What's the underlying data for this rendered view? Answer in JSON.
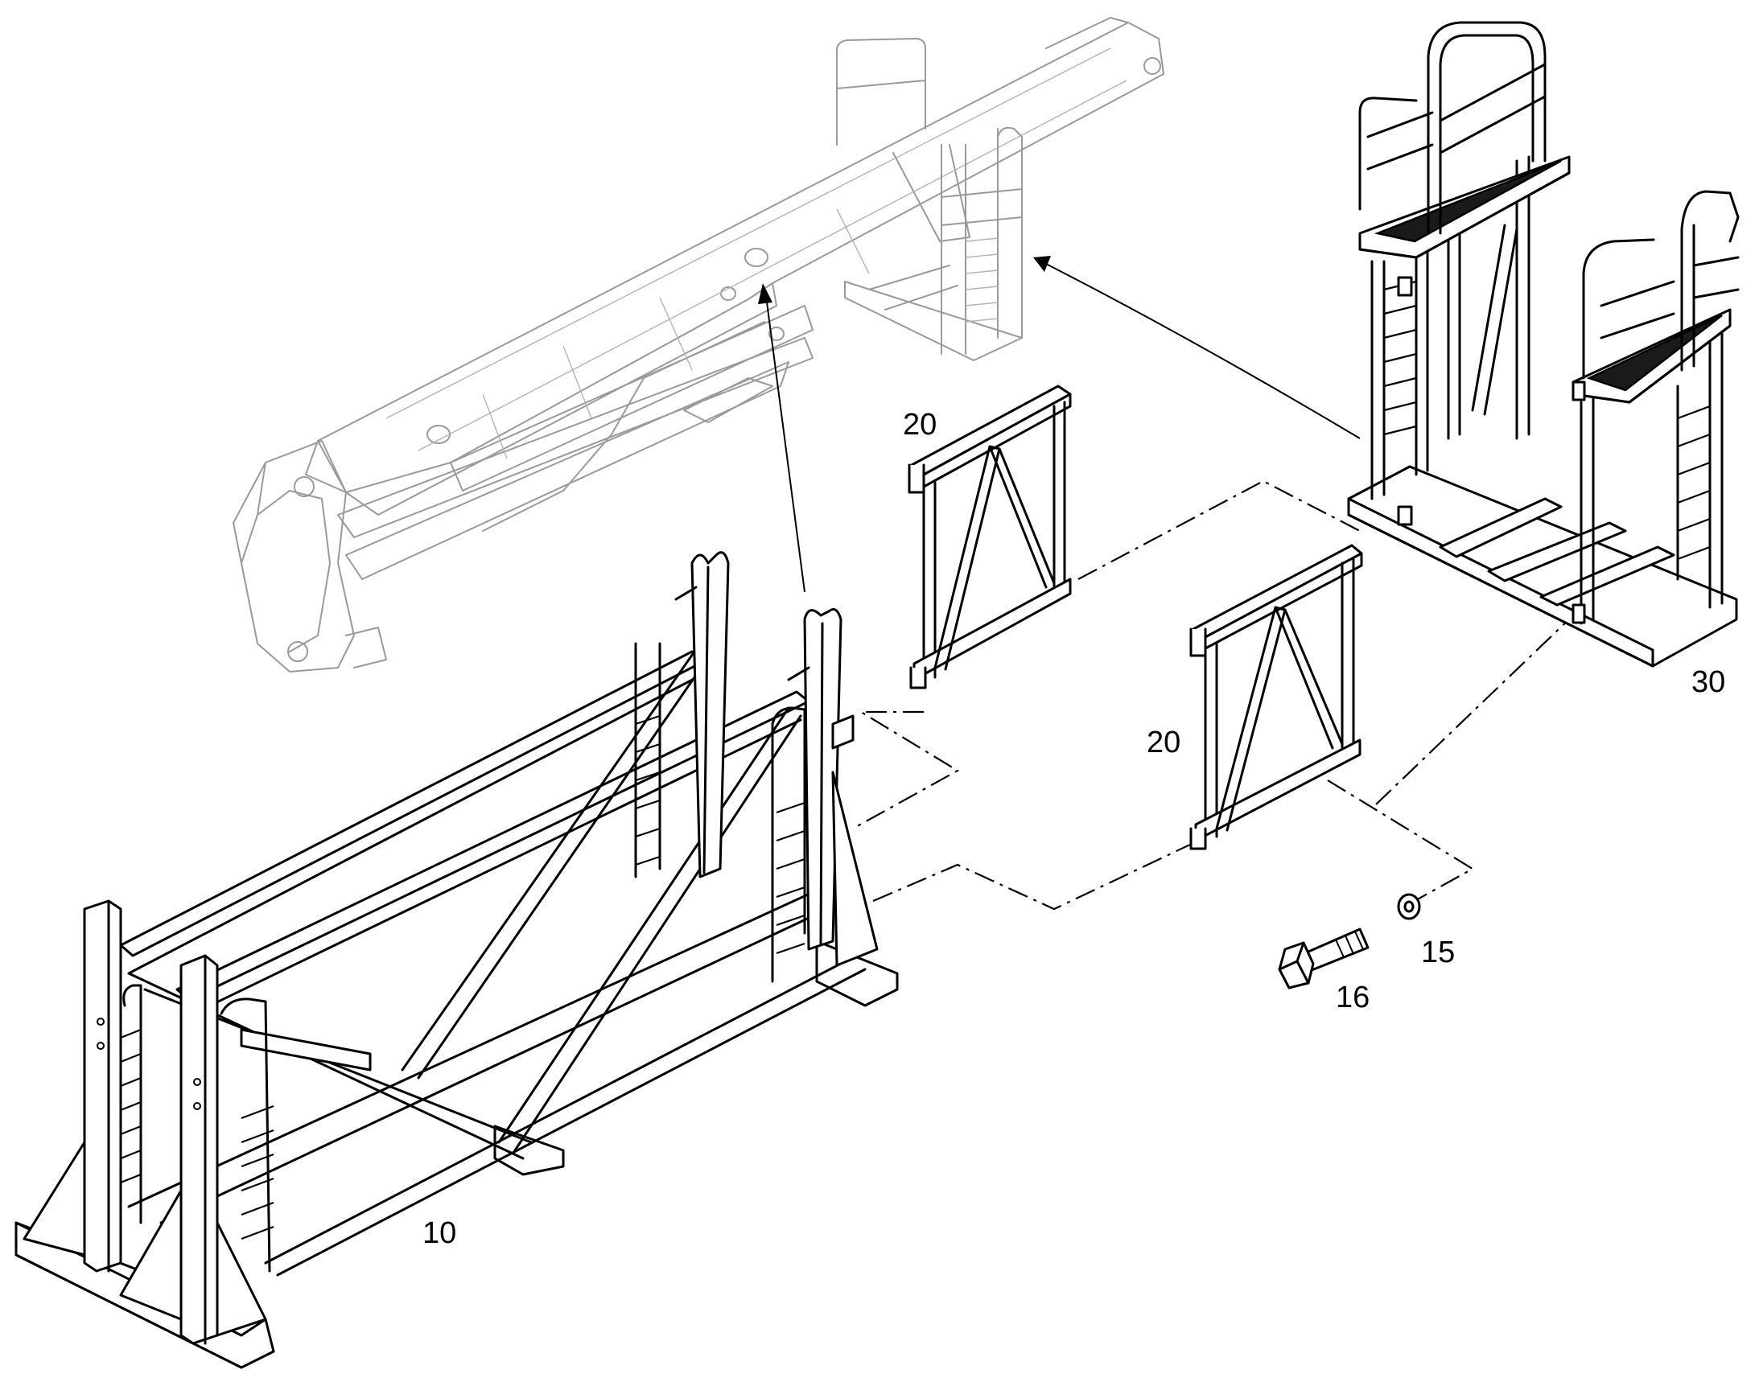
{
  "callouts": {
    "frame_main": "10",
    "crossmember_upper": "20",
    "crossmember_lower": "20",
    "platform": "30",
    "washer": "15",
    "bolt": "16"
  }
}
